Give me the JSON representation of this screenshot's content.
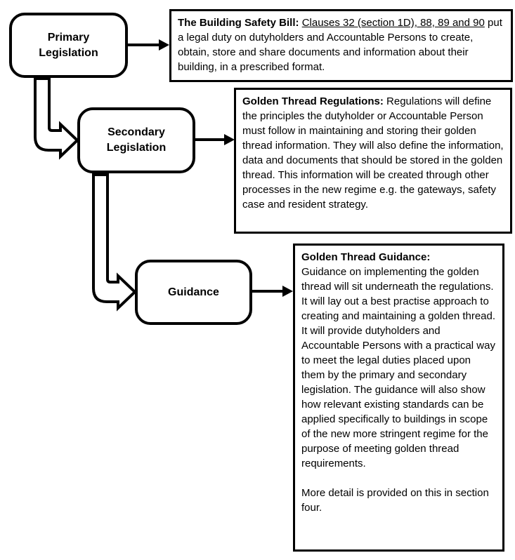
{
  "nodes": {
    "primary": {
      "label": "Primary\nLegislation"
    },
    "secondary": {
      "label": "Secondary\nLegislation"
    },
    "guidance": {
      "label": "Guidance"
    }
  },
  "details": {
    "bill": {
      "title": "The Building Safety Bill: ",
      "underlined": "Clauses 32 (section 1D), 88, 89 and 90",
      "body": " put a legal duty on dutyholders and Accountable Persons to create, obtain, store and share documents and information about their building, in a prescribed format."
    },
    "regulations": {
      "title": "Golden Thread Regulations: ",
      "body": "Regulations will define the principles the dutyholder or Accountable Person must follow in maintaining and storing their golden thread information. They will also define the information, data and documents that should be stored in the golden thread. This information will be created through other processes in the new regime e.g. the gateways, safety case and resident strategy."
    },
    "guidance": {
      "title": "Golden Thread Guidance:",
      "body": "Guidance on implementing the golden thread will sit underneath the regulations. It will lay out a best practise approach to creating and maintaining a golden thread. It will provide dutyholders and Accountable Persons with a practical way to meet the legal duties placed upon them by the primary and secondary legislation. The guidance will also show how relevant existing standards can be applied specifically to buildings in scope of the new more stringent regime for the purpose of meeting golden thread requirements.",
      "footer": "More detail is provided on this in section four."
    }
  },
  "colors": {
    "ink": "#000000",
    "background": "#ffffff"
  }
}
